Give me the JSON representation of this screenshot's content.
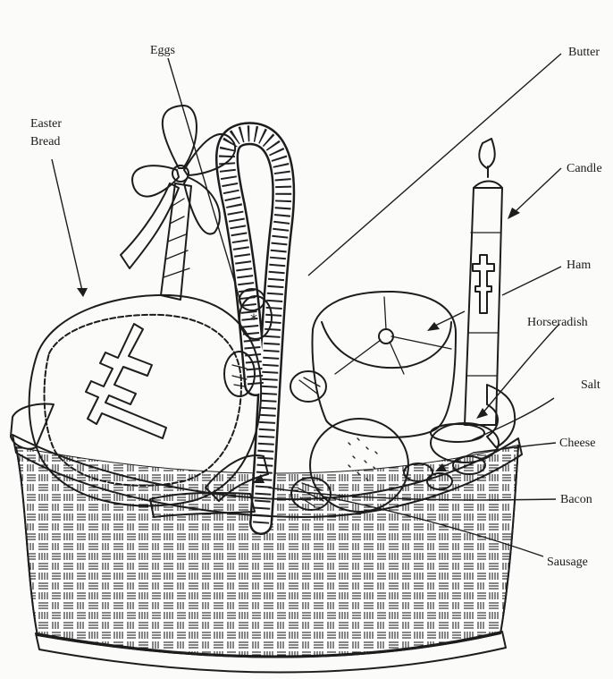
{
  "labels": {
    "eggs": "Eggs",
    "butter": "Butter",
    "easter_bread_line1": "Easter",
    "easter_bread_line2": "Bread",
    "candle": "Candle",
    "ham": "Ham",
    "horseradish": "Horseradish",
    "salt": "Salt",
    "cheese": "Cheese",
    "bacon": "Bacon",
    "sausage": "Sausage"
  }
}
